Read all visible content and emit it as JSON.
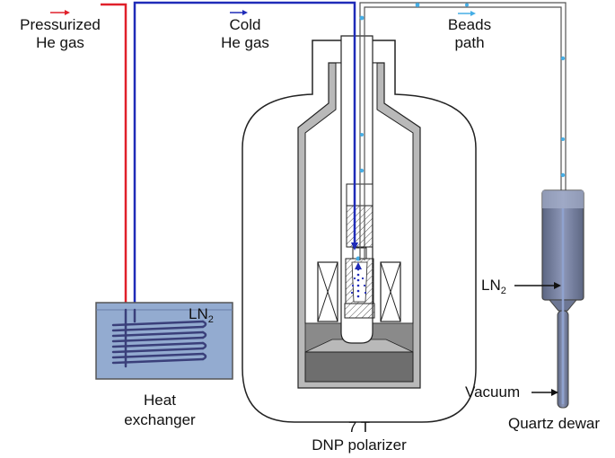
{
  "labels": {
    "pressurized_line1": "Pressurized",
    "pressurized_line2": "He gas",
    "cold_line1": "Cold",
    "cold_line2": "He gas",
    "beads_line1": "Beads",
    "beads_line2": "path",
    "ln2_bath_main": "LN",
    "ln2_bath_sub": "2",
    "ln2_dewar_main": "LN",
    "ln2_dewar_sub": "2",
    "heat_line1": "Heat",
    "heat_line2": "exchanger",
    "polarizer_line1": "7 T",
    "polarizer_line2": "DNP polarizer",
    "vacuum": "Vacuum",
    "quartz": "Quartz dewar"
  },
  "colors": {
    "pressurized_line": "#e0202a",
    "cold_line": "#1f2bb8",
    "beads": "#45aee6",
    "ln2_fill": "#93abd0",
    "coil": "#3a3f7a",
    "cryostat_gray": "#b9b9b9",
    "cryostat_dark": "#6e6e6e"
  }
}
